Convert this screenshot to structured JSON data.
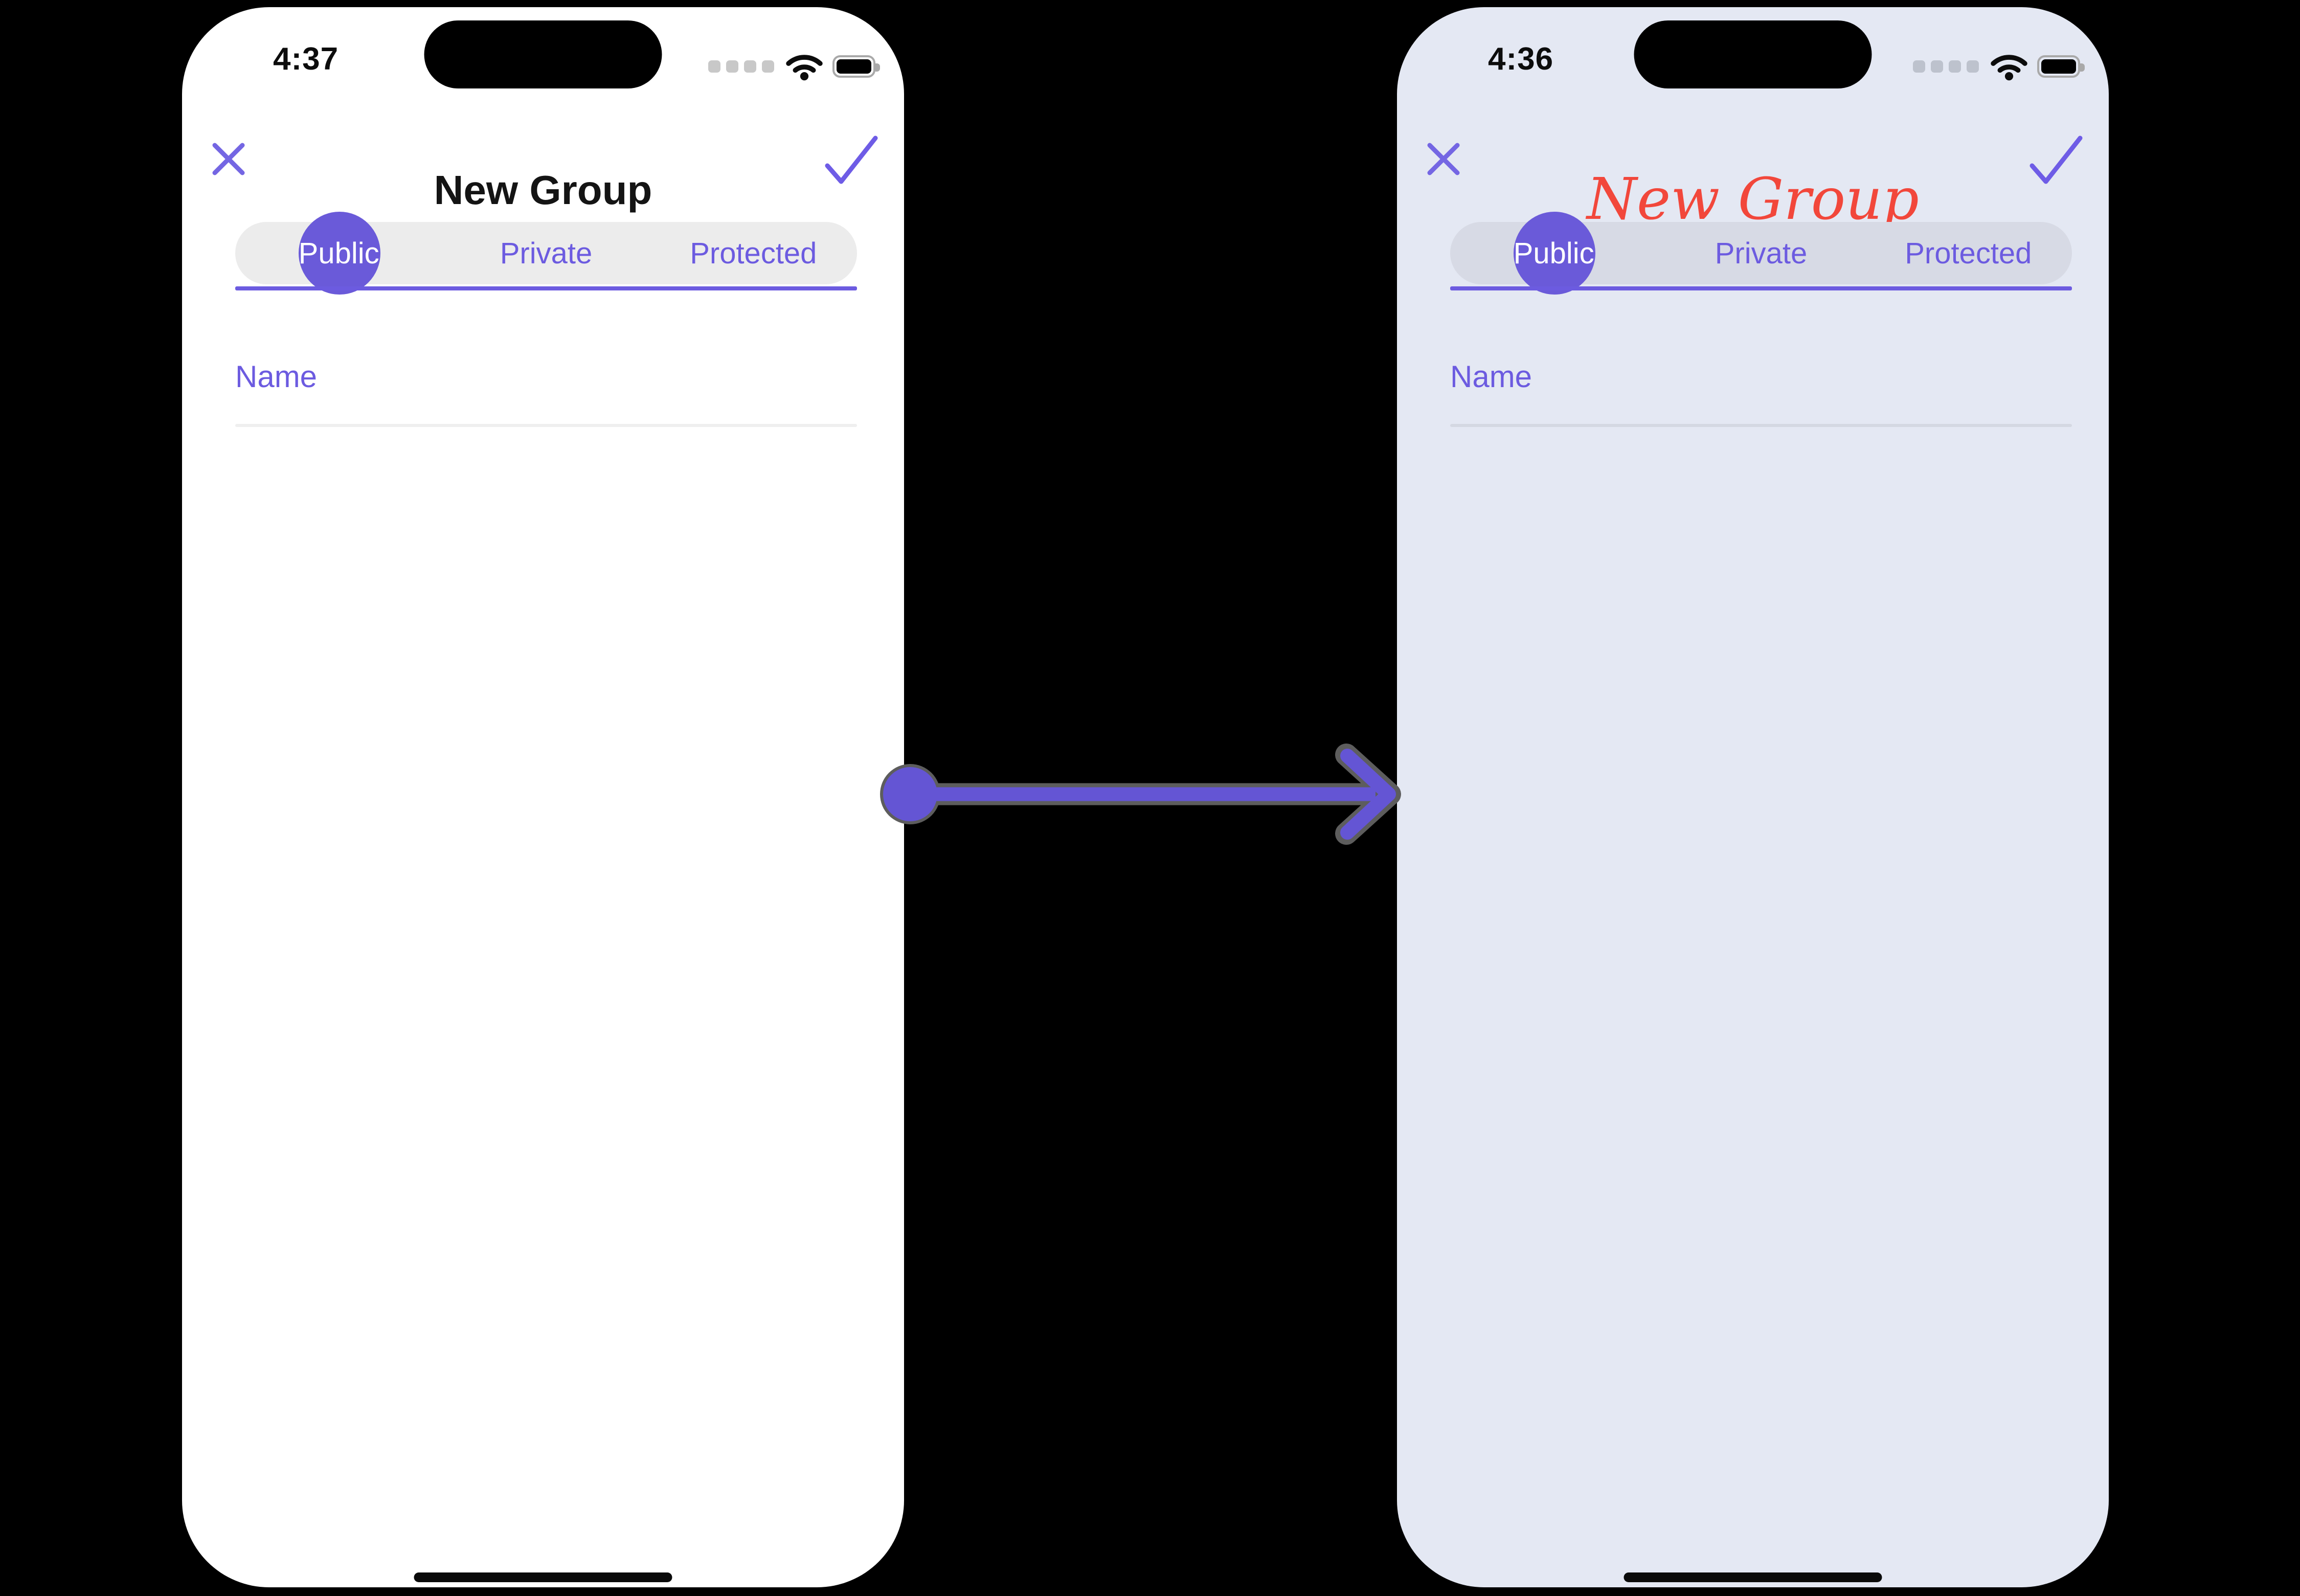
{
  "page": {
    "background": "#000000"
  },
  "colors": {
    "accent_purple": "#6c5be0",
    "selected_circle": "#6a5ad9",
    "script_title_red": "#f2473b",
    "left_phone_bg": "#ffffff",
    "right_phone_bg": "#e4e8f3",
    "arrow_purple": "#6455d4"
  },
  "arrow": {
    "description": "left-to-right transition arrow"
  },
  "phones": [
    {
      "side": "left",
      "status": {
        "time": "4:37",
        "cellular_icon": "cellular-signal-dots",
        "wifi_icon": "wifi",
        "battery_icon": "battery-full"
      },
      "header": {
        "title": "New Group",
        "close_icon": "close-x",
        "confirm_icon": "checkmark"
      },
      "tabs": {
        "items": [
          {
            "label": "Public",
            "selected": true
          },
          {
            "label": "Private",
            "selected": false
          },
          {
            "label": "Protected",
            "selected": false
          }
        ]
      },
      "form": {
        "name_placeholder": "Name"
      }
    },
    {
      "side": "right",
      "status": {
        "time": "4:36",
        "cellular_icon": "cellular-signal-dots",
        "wifi_icon": "wifi",
        "battery_icon": "battery-full"
      },
      "header": {
        "title": "New Group",
        "close_icon": "close-x",
        "confirm_icon": "checkmark"
      },
      "tabs": {
        "items": [
          {
            "label": "Public",
            "selected": true
          },
          {
            "label": "Private",
            "selected": false
          },
          {
            "label": "Protected",
            "selected": false
          }
        ]
      },
      "form": {
        "name_placeholder": "Name"
      }
    }
  ]
}
